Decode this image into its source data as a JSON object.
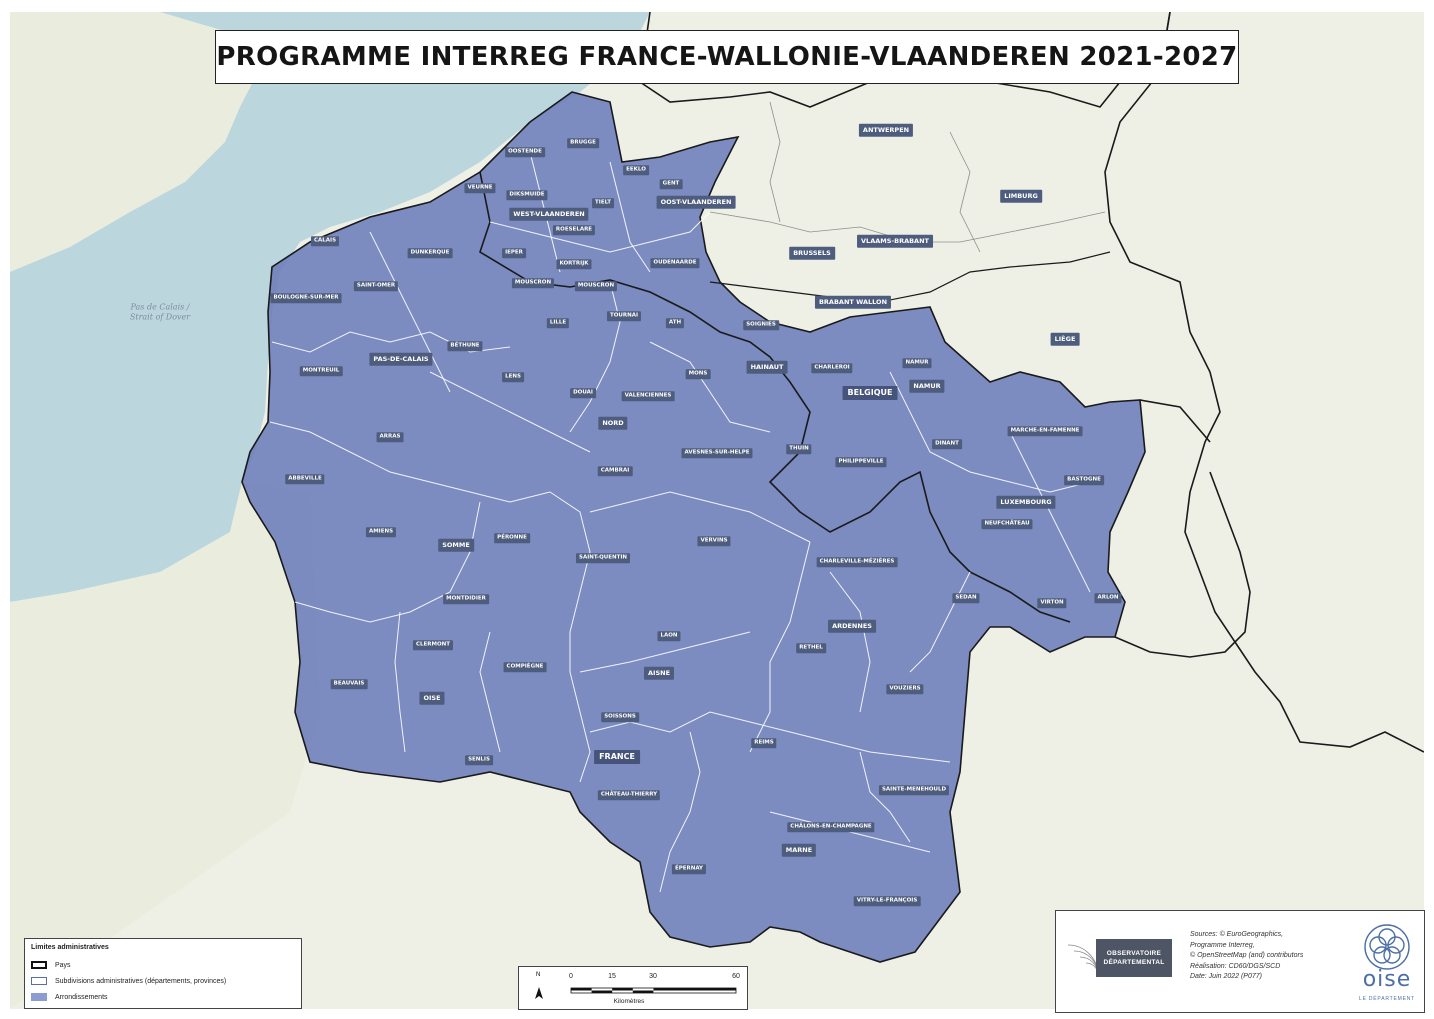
{
  "title": "PROGRAMME INTERREG FRANCE-WALLONIE-VLAANDEREN 2021-2027",
  "colors": {
    "programme_area": "#6f80bb",
    "sea": "#bcd6de",
    "land": "#eef0e6",
    "label_bg": "#4e5d7d",
    "country_border": "#111111",
    "subdivision_border": "#ffffff"
  },
  "sea_labels": {
    "pas_de_calais": "Pas de Calais /",
    "strait_of_dover": "Strait of Dover"
  },
  "map_labels": {
    "oostende": "OOSTENDE",
    "brugge": "BRUGGE",
    "veurne": "VEURNE",
    "diksmuide": "DIKSMUIDE",
    "tielt": "TIELT",
    "eeklo": "EEKLO",
    "gent": "GENT",
    "west_vlaanderen": "WEST-VLAANDEREN",
    "oost_vlaanderen": "OOST-VLAANDEREN",
    "roeselare": "ROESELARE",
    "ieper": "IEPER",
    "kortrijk": "KORTRIJK",
    "oudenaarde": "OUDENAARDE",
    "antwerpen": "ANTWERPEN",
    "limburg": "LIMBURG",
    "brussels": "BRUSSELS",
    "vlaams_brabant": "VLAAMS-BRABANT",
    "brabant_wallon": "BRABANT WALLON",
    "liege": "LIÈGE",
    "calais": "CALAIS",
    "dunkerque": "DUNKERQUE",
    "saint_omer": "SAINT-OMER",
    "boulogne": "BOULOGNE-SUR-MER",
    "mouscron": "MOUSCRON",
    "lille": "LILLE",
    "tournai": "TOURNAI",
    "ath": "ATH",
    "soignies": "SOIGNIES",
    "bethune": "BÉTHUNE",
    "pas_de_calais": "PAS-DE-CALAIS",
    "montreuil": "MONTREUIL",
    "lens": "LENS",
    "mons": "MONS",
    "hainaut": "HAINAUT",
    "charleroi": "CHARLEROI",
    "namur_city": "NAMUR",
    "namur": "NAMUR",
    "belgique": "BELGIQUE",
    "douai": "DOUAI",
    "valenciennes": "VALENCIENNES",
    "nord": "NORD",
    "arras": "ARRAS",
    "cambrai": "CAMBRAI",
    "avesnes": "AVESNES-SUR-HELPE",
    "thuin": "THUIN",
    "philippeville": "PHILIPPEVILLE",
    "dinant": "DINANT",
    "marche": "MARCHE-EN-FAMENNE",
    "bastogne": "BASTOGNE",
    "luxembourg": "LUXEMBOURG",
    "neufchateau": "NEUFCHÂTEAU",
    "abbeville": "ABBEVILLE",
    "amiens": "AMIENS",
    "somme": "SOMME",
    "peronne": "PÉRONNE",
    "saint_quentin": "SAINT-QUENTIN",
    "vervins": "VERVINS",
    "charleville": "CHARLEVILLE-MÉZIÈRES",
    "sedan": "SEDAN",
    "virton": "VIRTON",
    "arlon": "ARLON",
    "montdidier": "MONTDIDIER",
    "laon": "LAON",
    "ardennes": "ARDENNES",
    "rethel": "RETHEL",
    "clermont": "CLERMONT",
    "compiegne": "COMPIÈGNE",
    "beauvais": "BEAUVAIS",
    "oise": "OISE",
    "aisne": "AISNE",
    "vouziers": "VOUZIERS",
    "soissons": "SOISSONS",
    "senlis": "SENLIS",
    "reims": "REIMS",
    "france": "FRANCE",
    "chateau_thierry": "CHÂTEAU-THIERRY",
    "sainte_menehould": "SAINTE-MENEHOULD",
    "chalons": "CHÂLONS-EN-CHAMPAGNE",
    "marne": "MARNE",
    "epernay": "ÉPERNAY",
    "vitry": "VITRY-LE-FRANÇOIS"
  },
  "legend": {
    "title": "Limites administratives",
    "items": [
      {
        "label": "Pays"
      },
      {
        "label": "Subdivisions administratives (départements, provinces)"
      },
      {
        "label": "Arrondissements"
      }
    ]
  },
  "scale_bar": {
    "north": "N",
    "ticks": [
      "0",
      "15",
      "30",
      "60"
    ],
    "unit": "Kilomètres"
  },
  "credits": {
    "observatoire_line1": "OBSERVATOIRE",
    "observatoire_line2": "DÉPARTEMENTAL",
    "lines": [
      "Sources: © EuroGeographics,",
      "Programme Interreg,",
      "© OpenStreetMap (and) contributors",
      "Réalisation: CD60/DGS/SCD",
      "Date: Juin 2022 (P077)"
    ],
    "logo_word": "oise",
    "logo_sub": "LE DÉPARTEMENT"
  }
}
